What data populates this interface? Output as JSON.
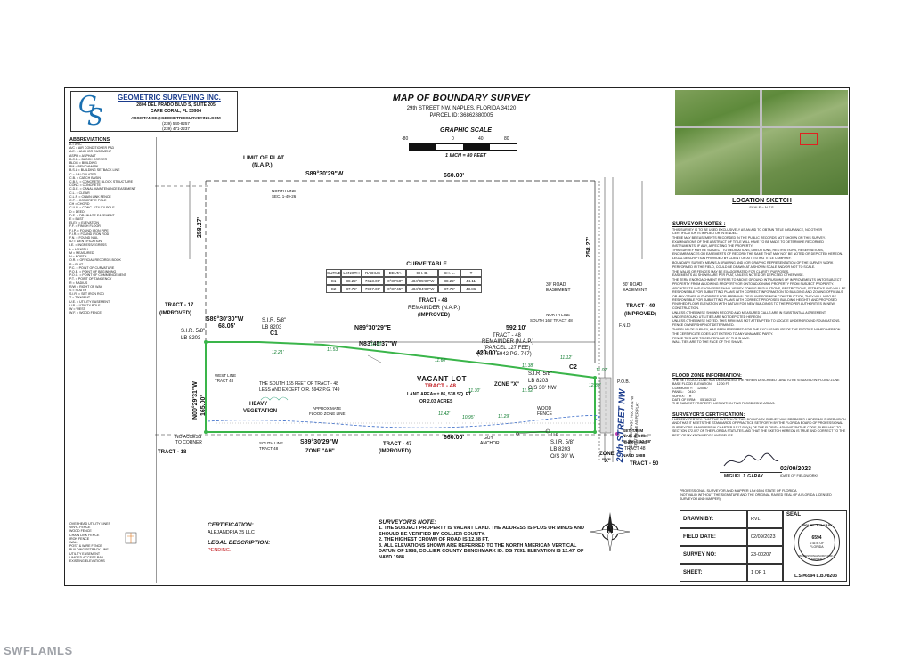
{
  "company": {
    "name": "GEOMETRIC SURVEYING INC.",
    "addr1": "2804 DEL PRADO BLVD S, SUITE 205",
    "addr2": "CAPE CORAL, FL 33904",
    "email": "ASSISTANCE@GEOMETRICSURVEYING.COM",
    "phone1": "(239) 540-8257",
    "phone2": "(239) 471-2237",
    "logo": "G S"
  },
  "header": {
    "title": "MAP OF BOUNDARY SURVEY",
    "address": "29th STREET NW, NAPLES, FLORIDA 34120",
    "parcel": "PARCEL ID: 36862880005"
  },
  "scale": {
    "title": "GRAPHIC SCALE",
    "ticks": [
      "-80",
      "0",
      "40",
      "80"
    ],
    "text": "1 INCH = 80 FEET"
  },
  "abbreviations": {
    "title": "ABBREVIATIONS",
    "items": [
      "A = ARC",
      "A/C = AIR CONDITIONER PAD",
      "A.E. = ANCHOR EASEMENT",
      "ASPH = ASPHALT",
      "B.C.B = BLOCK CORNER",
      "BLDG = BUILDING",
      "BM = BENCHMARK",
      "B.S.L = BUILDING SETBACK LINE",
      "C = CALCULATED",
      "C.B. = CATCH BASIN",
      "C.B.S. = CONCRETE BLOCK STRUCTURE",
      "CONC = CONCRETE",
      "C.D.E. = CANAL MAINTENANCE EASEMENT",
      "C.L. = CLEAR",
      "C.L.F. = CHAIN LINK FENCE",
      "C.P. = CONCRETE POLE",
      "CH = CHORD",
      "C.U.P. = CONC. UTILITY POLE",
      "D = DEED",
      "D.E. = DRAINAGE EASEMENT",
      "E = EAST",
      "ELEV = ELEVATION",
      "F.F. = FINISH FLOOR",
      "F.I.P. = FOUND IRON PIPE",
      "F.I.R. = FOUND IRON ROD",
      "F.N. = FOUND NAIL",
      "ID = IDENTIFICATION",
      "I.E. = INGRESS/EGRESS",
      "L = LENGTH",
      "M = MEASURED",
      "N = NORTH",
      "O.R. = OFFICIAL RECORDS BOOK",
      "P = PLAT",
      "P.C. = POINT OF CURVATURE",
      "P.O.B. = POINT OF BEGINNING",
      "P.O.C. = POINT OF COMMENCEMENT",
      "P.T. = POINT OF TANGENCY",
      "R = RADIUS",
      "R/W = RIGHT OF WAY",
      "S = SOUTH",
      "S.I.R. = SET IRON ROD",
      "T = TANGENT",
      "U.E. = UTILITY EASEMENT",
      "U.P. = UTILITY POLE",
      "W = WEST",
      "W.F. = WOOD FENCE"
    ],
    "legend_items": [
      "OVERHEAD UTILITY LINES",
      "VINYL FENCE",
      "WOOD FENCE",
      "CHAIN LINK FENCE",
      "IRON FENCE",
      "WALL",
      "POST & WIRE FENCE",
      "BUILDING SETBACK LINE",
      "UTILITY EASEMENT",
      "LIMITED ACCESS R/W",
      "EXISTING ELEVATIONS"
    ]
  },
  "map": {
    "limit_of_plat": "LIMIT OF PLAT",
    "nap": "(N.A.P.)",
    "top_bearing": "S89°30'29\"W",
    "top_dist": "660.00'",
    "north_line_sec": "NORTH LINE",
    "north_line_sec2": "SEC. 1-49-26",
    "left_dim": "258.27'",
    "right_dim": "258.27'",
    "tract_48_top": "TRACT - 48",
    "remainder_nap": "REMAINDER (N.A.P.)",
    "improved_top": "(IMPROVED)",
    "tract17": "TRACT - 17",
    "tract17_imp": "(IMPROVED)",
    "tract49": "TRACT - 49",
    "tract49_imp": "(IMPROVED)",
    "tract18": "TRACT - 18",
    "tract47": "TRACT - 47",
    "tract47_imp": "(IMPROVED)",
    "tract50": "TRACT - 50",
    "s89_30_30": "S89°30'30\"W",
    "d6805": "68.05'",
    "c1": "C1",
    "c2": "C2",
    "n89_30_29e": "N89°30'29\"E",
    "d59210": "592.10'",
    "n83": "N83°45'37\"W",
    "d420": "420.00'",
    "sir_lb_left": "S.I.R. 5/8\"",
    "lb8203": "LB 8203",
    "sir_top": "S.I.R. 5/8\"",
    "n00": "N00°29'31\"W",
    "d165": "165.00'",
    "west_line": "WEST LINE",
    "west_tract": "TRACT 48",
    "south165": "THE SOUTH 165 FEET OF TRACT - 48",
    "south165b": "LESS AND EXCEPT O.R. 5942 P.G. 749",
    "vacant_lot": "VACANT LOT",
    "tract48_mid": "TRACT - 48",
    "land_area": "LAND AREA= ± 86, 538 SQ. FT",
    "acres": "OR 2.03 ACRES",
    "heavy_veg": "HEAVY",
    "vegetation": "VEGETATION",
    "zone_x": "ZONE \"X\"",
    "zone_ah": "ZONE \"AH\"",
    "approx_flood": "APPROXIMATE",
    "approx_flood2": "FLOOD ZONE LINE",
    "remainder2": "TRACT - 48",
    "remainder2b": "REMAINDER (N.A.P.)",
    "remainder2c": "(PARCEL 127 FEE)",
    "remainder2d": "(O.R.B. 5942 PG. 747)",
    "north_line_s165": "NORTH LINE",
    "north_line_s165b": "SOUTH 165' TRACT 48",
    "s89_bottom": "S89°30'29\"W",
    "d660_bottom": "660.00'",
    "south_line": "SOUTH LINE",
    "south_tract": "TRACT 48",
    "no_access": "NO ACCESS",
    "to_corner": "TO CORNER",
    "guy_anchor": "GUY",
    "guy_anchor2": "ANCHOR",
    "up": "U.P.",
    "wood_fence": "WOOD",
    "wood_fence2": "FENCE",
    "road_easement": "30' ROAD",
    "road_easement2": "EASEMENT",
    "road_easement3": "30' ROAD",
    "road_easement4": "EASEMENT",
    "street": "29th STREET NW",
    "basis": "BASIS OF BEARINGS: N00°29'31\"W",
    "centerline": "CENTERLINE AS PER PLAT",
    "sir_right": "S.I.R. 5/8\"",
    "lb_right": "LB 8203",
    "os30": "O/S 30' NW",
    "sir_right2": "S.I.R. 5/8\"",
    "lb_right2": "LB 8203",
    "os30b": "O/S 30' W",
    "east_line": "EAST LINE",
    "east_tract": "TRACT 48",
    "set_tbm": "SET T.B.M",
    "nail_disk": "NAIL & DISK",
    "elev": "ELEV. = 12.88'",
    "navd": "NAVD 1988",
    "zone_x2": "ZONE",
    "zone_x3": "\"X\"",
    "pob": "P.O.B.",
    "fnd": "F.N.D.",
    "elevs": [
      "12.21'",
      "11.53'",
      "11.90'",
      "11.60'",
      "11.38'",
      "11.12'",
      "11.07'",
      "11.42'",
      "10.95'",
      "11.29'",
      "11.30'",
      "11.52'",
      "12.83'"
    ]
  },
  "curve_table": {
    "title": "CURVE TABLE",
    "headers": [
      "CURVE",
      "LENGTH",
      "RADIUS",
      "DELTA",
      "CH. B.",
      "CH. L.",
      "T"
    ],
    "rows": [
      [
        "C1",
        "88.22'",
        "7613.00'",
        "0°39'50\"",
        "N84°05'32\"W",
        "88.22'",
        "44.11'"
      ],
      [
        "C2",
        "87.72'",
        "7987.00'",
        "0°37'45\"",
        "N84°04'30\"W",
        "87.72'",
        "43.86'"
      ]
    ]
  },
  "location": {
    "title": "LOCATION SKETCH",
    "scale": "SCALE = N.T.S."
  },
  "surveyor_notes": {
    "title": "SURVEYOR NOTES :",
    "items": [
      "THIS SURVEY IS TO BE USED EXCLUSIVELY AS AN AID TO OBTAIN TITLE INSURANCE, NO OTHER CERTIFICATION IS IMPLIED OR INTENDED.",
      "THERE MAY BE EASEMENTS RECORDED IN THE PUBLIC RECORDS NOT SHOWN ON THIS SURVEY.",
      "EXAMINATIONS OF THE ABSTRACT OF TITLE WILL HAVE TO BE MADE TO DETERMINE RECORDED INSTRUMENTS, IF ANY, AFFECTING THE PROPERTY.",
      "THIS SURVEY MAY BE SUBJECT TO DEDICATIONS, LIMITATIONS, RESTRICTIONS, RESERVATIONS, ENCUMBRANCES OR EASEMENTS OF RECORD THE SAME THAT MAY NOT BE NOTED OR DEPICTED HEREON.",
      "LEGAL DESCRIPTION PROVIDED BY CLIENT OR ATTESTING TITLE COMPANY.",
      "BOUNDARY SURVEY MEANS A DRAWING AND / OR GRAPHIC REPRESENTATION OF THE SURVEY WORK PERFORMED IN THE FIELD, COULD BE DRAWN AT A SHOWN SCALE AND/OR NOT TO SCALE.",
      "THE WALLS OR FENCES MAY BE EXAGGERATED FOR CLARITY PURPOSES.",
      "EASEMENTS AS SHOWN ARE PER PLAT, UNLESS NOTED OR DEPICTED OTHERWISE.",
      "THE TERM ENCROACHMENT REFERS TO ABOVE GROUND INTRUSIONS OF IMPROVEMENTS ONTO SUBJECT PROPERTY FROM ADJOINING PROPERTY OR ONTO ADJOINING PROPERTY FROM SUBJECT PROPERTY.",
      "ARCHITECTS AND ENGINEERS SHALL VERIFY ZONING REGULATIONS, RESTRICTIONS, SETBACKS AND WILL BE RESPONSIBLE FOR SUBMITTING PLANS WITH CORRECT INFORMATION TO BUILDING AND ZONING OFFICIALS OR ANY OTHER AUTHORITIES FOR APPROVAL OF PLANS FOR NEW CONSTRUCTION, THEY WILL ALSO BE RESPONSIBLE FOR SUBMITTING PLANS WITH CORRECT/PROPOSED BUILDING HEIGHTS AND PROPOSED FINISHED FLOOR ELEVATION WITH DATUM FOR NEW BUILDINGS TO THE PROPER AUTHORITIES IN NEW CONSTRUCTION.",
      "UNLESS OTHERWISE SHOWN RECORD AND MEASURED CALLS ARE IN SUBSTANTIAL AGREEMENT.",
      "UNDERGROUND UTILITIES ARE NOT DEPICTED HEREON.",
      "UNLESS OTHERWISE NOTED, THIS FIRM HAS NOT ATTEMPTED TO LOCATE UNDERGROUND FOUNDATIONS.",
      "FENCE OWNERSHIP NOT DETERMINED.",
      "THIS PLAN OF SURVEY, HAS BEEN PREPARED FOR THE EXCLUSIVE USE OF THE ENTITIES NAMED HEREON. THE CERTIFICATE DOES NOT EXTEND TO ANY UNNAMED PARTY.",
      "FENCE TIES ARE TO CENTERLINE OF THE SHAVE.",
      "WALL TIES ARE TO THE FACE OF THE SHAVE."
    ]
  },
  "flood": {
    "title": "FLOOD ZONE INFORMATION:",
    "text": "THE NET FLOOD ZONE HAS DESIGNATED THE HEREIN DESCRIBED LAND TO BE SITUATED IN: FLOOD ZONE",
    "base": "BASE FLOOD ELEVATION:",
    "base_val": "12.00 FT",
    "community": "COMMUNITY:",
    "community_val": "120067",
    "panel": "PANEL:",
    "panel_val": "0410",
    "suffix": "SUFFIX:",
    "suffix_val": "H",
    "date": "DATE OF FIRM:",
    "date_val": "05/16/2012",
    "footnote": "THE SUBJECT PROPERTY LIES WITHIN TWO FLOOD ZONE AREAS."
  },
  "certification_block": {
    "title": "SURVEYOR'S CERTIFICATION:",
    "text": "I HEREBY CERTIFY: THAT THE SKETCH OF THIS BOUNDARY SURVEY WAS PREPARED UNDER MY SUPERVISION AND THAT IT MEETS THE STANDARDS OF PRACTICE SET FORTH BY THE FLORIDA BOARD OF PROFESSIONAL SURVEYORS & MAPPERS IN CHAPTER 5J-17.050(A) OF THE FLORIDA ADMINISTRATIVE CODE, PURSUANT TO SECTION 472.027 OF THE FLORIDA STATUTES AND THAT THE SKETCH HEREON IS TRUE AND CORRECT TO THE BEST OF MY KNOWLEDGE AND BELIEF.",
    "date": "02/09/2023",
    "date_label": "(DATE OF FIELDWORK)",
    "name": "MIGUEL J. GARAY",
    "title2": "PROFESSIONAL SURVEYOR AND MAPPER LS# 6594 STATE OF FLORIDA",
    "note2": "(NOT VALID WITHOUT THE SIGNATURE AND THE ORIGINAL RAISED SEAL OF A FLORIDA LICENSED SURVEYOR AND MAPPER)"
  },
  "title_block": {
    "drawn_by_label": "DRAWN BY:",
    "drawn_by": "RVL",
    "field_date_label": "FIELD DATE:",
    "field_date": "02/09/2023",
    "survey_no_label": "SURVEY NO:",
    "survey_no": "23-00207",
    "sheet_label": "SHEET:",
    "sheet": "1 OF 1",
    "seal_label": "SEAL",
    "seal_name": "MIGUEL J. GARAY",
    "seal_no": "6594",
    "seal_state": "STATE OF FLORIDA",
    "seal_prof": "PROFESSIONAL SURVEYOR & MAPPER",
    "license": "L.S.#6594 L.B.#8203"
  },
  "certification": {
    "title": "CERTIFICATION:",
    "value": "ALEJANDRIA 25 LLC",
    "legal_title": "LEGAL DESCRIPTION:",
    "legal_value": "PENDING."
  },
  "notes": {
    "title": "SURVEYOR'S NOTE:",
    "items": [
      "1. THE SUBJECT PROPERTY IS VACANT LAND. THE ADDRESS IS PLUS OR MINUS AND SHOULD BE VERIFIED BY COLLIER COUNTY.",
      "2. THE HIGHEST CROWN OF ROAD IS 12.88 FT.",
      "3. ALL ELEVATIONS SHOWN ARE REFERRED TO THE NORTH AMERICAN VERTICAL DATUM OF 1988,  COLLIER COUNTY BENCHMARK ID: DG 7291. ELEVATION IS 12.47' OF NAVD 1988."
    ]
  },
  "compass": "N",
  "watermark": "SWFLAMLS",
  "colors": {
    "boundary": "#3ab54a",
    "title_red": "#c0161b",
    "watermark": "#9fa2a8"
  }
}
